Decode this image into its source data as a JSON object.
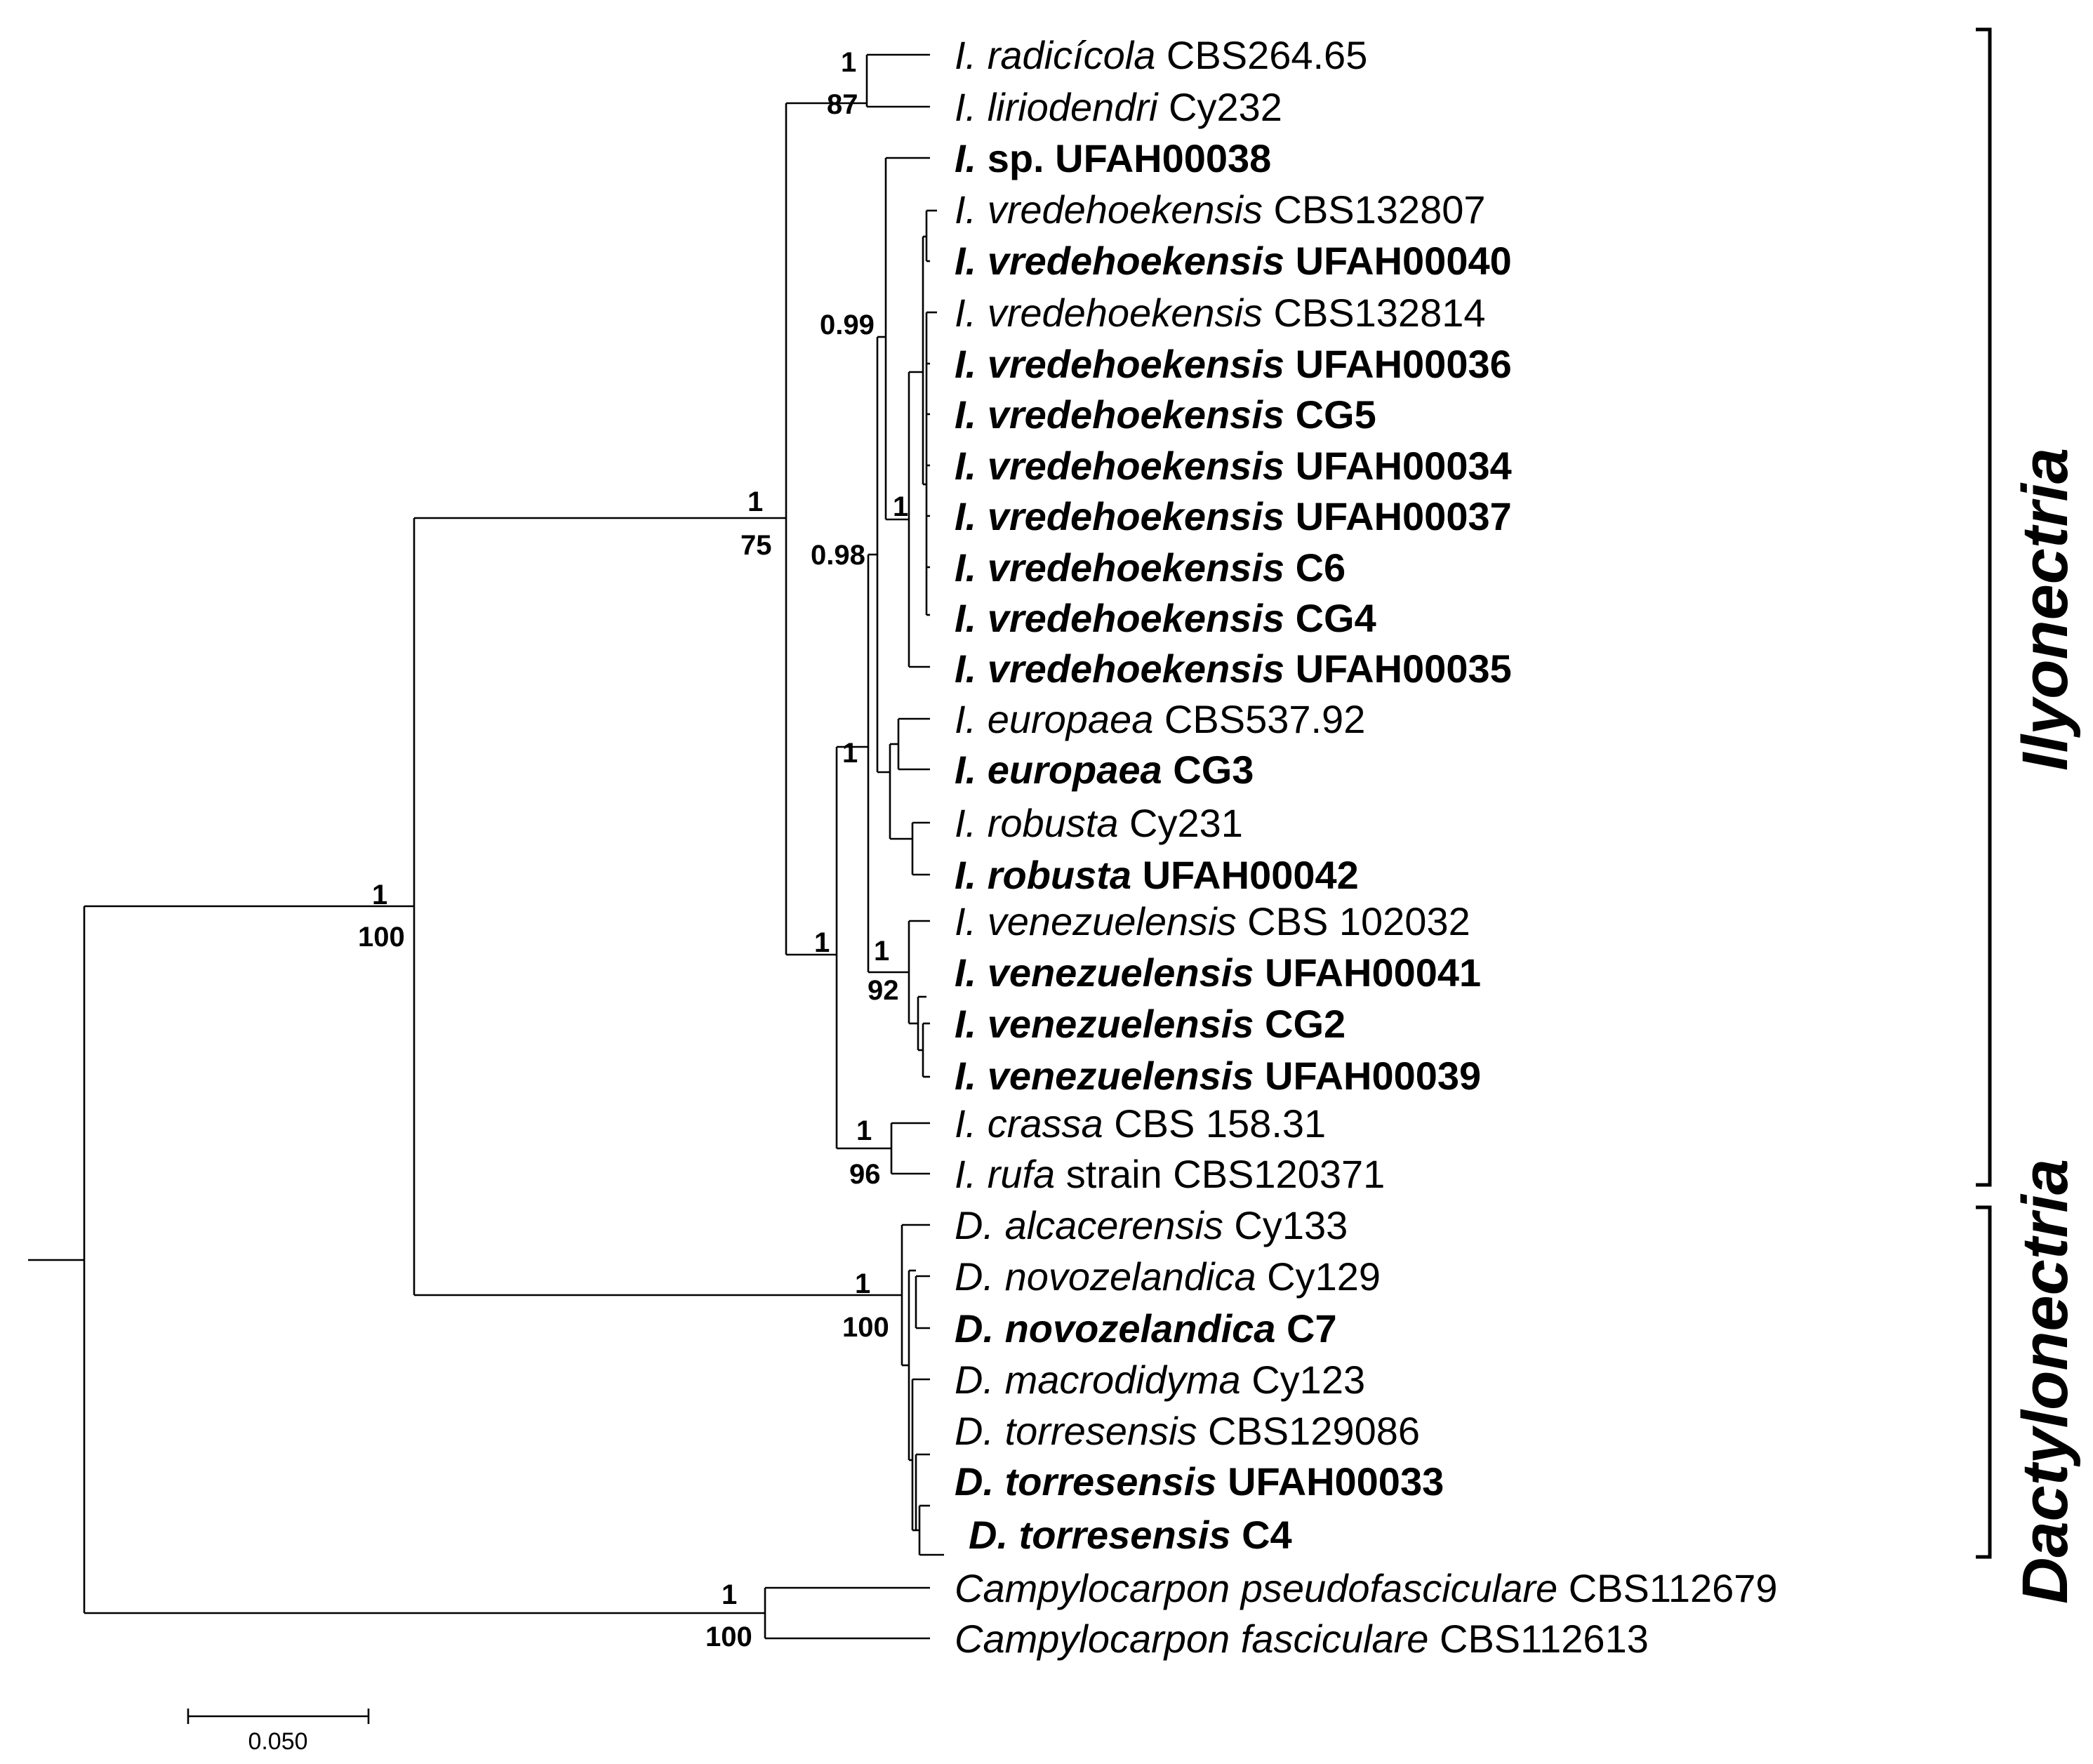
{
  "taxa": [
    {
      "id": "t1",
      "genus": "I.",
      "epithet": "radicícola",
      "strain": "CBS264.65",
      "bold": false
    },
    {
      "id": "t2",
      "genus": "I.",
      "epithet": "liriodendri",
      "strain": "Cy232",
      "bold": false
    },
    {
      "id": "t3",
      "genus": "I.",
      "epithet": "",
      "strain": "sp. UFAH00038",
      "bold": true
    },
    {
      "id": "t4",
      "genus": "I.",
      "epithet": "vredehoekensis",
      "strain": "CBS132807",
      "bold": false
    },
    {
      "id": "t5",
      "genus": "I.",
      "epithet": "vredehoekensis",
      "strain": "UFAH00040",
      "bold": true
    },
    {
      "id": "t6",
      "genus": "I.",
      "epithet": "vredehoekensis",
      "strain": "CBS132814",
      "bold": false
    },
    {
      "id": "t7",
      "genus": "I.",
      "epithet": "vredehoekensis",
      "strain": "UFAH00036",
      "bold": true
    },
    {
      "id": "t8",
      "genus": "I.",
      "epithet": "vredehoekensis",
      "strain": "CG5",
      "bold": true
    },
    {
      "id": "t9",
      "genus": "I.",
      "epithet": "vredehoekensis",
      "strain": "UFAH00034",
      "bold": true
    },
    {
      "id": "t10",
      "genus": "I.",
      "epithet": "vredehoekensis",
      "strain": "UFAH00037",
      "bold": true
    },
    {
      "id": "t11",
      "genus": "I.",
      "epithet": "vredehoekensis",
      "strain": "C6",
      "bold": true
    },
    {
      "id": "t12",
      "genus": "I.",
      "epithet": "vredehoekensis",
      "strain": "CG4",
      "bold": true
    },
    {
      "id": "t13",
      "genus": "I.",
      "epithet": "vredehoekensis",
      "strain": "UFAH00035",
      "bold": true
    },
    {
      "id": "t14",
      "genus": "I.",
      "epithet": "europaea",
      "strain": "CBS537.92",
      "bold": false
    },
    {
      "id": "t15",
      "genus": "I.",
      "epithet": "europaea",
      "strain": "CG3",
      "bold": true
    },
    {
      "id": "t16",
      "genus": "I.",
      "epithet": "robusta",
      "strain": "Cy231",
      "bold": false
    },
    {
      "id": "t17",
      "genus": "I.",
      "epithet": "robusta",
      "strain": "UFAH00042",
      "bold": true
    },
    {
      "id": "t18",
      "genus": "I.",
      "epithet": "venezuelensis",
      "strain": "CBS 102032",
      "bold": false
    },
    {
      "id": "t19",
      "genus": "I.",
      "epithet": "venezuelensis",
      "strain": "UFAH00041",
      "bold": true
    },
    {
      "id": "t20",
      "genus": "I.",
      "epithet": "venezuelensis",
      "strain": "CG2",
      "bold": true
    },
    {
      "id": "t21",
      "genus": "I.",
      "epithet": "venezuelensis",
      "strain": "UFAH00039",
      "bold": true
    },
    {
      "id": "t22",
      "genus": "I.",
      "epithet": "crassa",
      "strain": "CBS 158.31",
      "bold": false
    },
    {
      "id": "t23",
      "genus": "I.",
      "epithet": "rufa",
      "strain": "strain CBS120371",
      "bold": false
    },
    {
      "id": "t24",
      "genus": "D.",
      "epithet": "alcacerensis",
      "strain": "Cy133",
      "bold": false
    },
    {
      "id": "t25",
      "genus": "D.",
      "epithet": "novozelandica",
      "strain": "Cy129",
      "bold": false
    },
    {
      "id": "t26",
      "genus": "D.",
      "epithet": "novozelandica",
      "strain": "C7",
      "bold": true
    },
    {
      "id": "t27",
      "genus": "D.",
      "epithet": "macrodidyma",
      "strain": "Cy123",
      "bold": false
    },
    {
      "id": "t28",
      "genus": "D.",
      "epithet": "torresensis",
      "strain": "CBS129086",
      "bold": false
    },
    {
      "id": "t29",
      "genus": "D.",
      "epithet": "torresensis",
      "strain": "UFAH00033",
      "bold": true
    },
    {
      "id": "t30",
      "genus": "D.",
      "epithet": "torresensis",
      "strain": "C4",
      "bold": true
    },
    {
      "id": "t31",
      "genus": "Campylocarpon",
      "epithet": "pseudofasciculare",
      "strain": "CBS112679",
      "bold": false
    },
    {
      "id": "t32",
      "genus": "Campylocarpon",
      "epithet": "fasciculare",
      "strain": "CBS112613",
      "bold": false
    }
  ],
  "support_values": [
    {
      "node": "radicicola-liriodendri",
      "pp": "1",
      "bs": "87"
    },
    {
      "node": "vredehoekensis-inner",
      "pp": "0.99",
      "bs": ""
    },
    {
      "node": "vredehoekensis-clade",
      "pp": "1",
      "bs": ""
    },
    {
      "node": "vredehoekensis-robusta",
      "pp": "0.98",
      "bs": ""
    },
    {
      "node": "europaea-robusta",
      "pp": "1",
      "bs": ""
    },
    {
      "node": "venezuelensis-group",
      "pp": "1",
      "bs": ""
    },
    {
      "node": "venezuelensis-clade",
      "pp": "1",
      "bs": "92"
    },
    {
      "node": "crassa-rufa",
      "pp": "1",
      "bs": "96"
    },
    {
      "node": "ilyonectria",
      "pp": "1",
      "bs": "75"
    },
    {
      "node": "ilyonectria-dactylonectria",
      "pp": "1",
      "bs": "100"
    },
    {
      "node": "dactylonectria",
      "pp": "1",
      "bs": "100"
    },
    {
      "node": "campylocarpon",
      "pp": "1",
      "bs": "100"
    }
  ],
  "clades": [
    {
      "id": "ilyonectria",
      "label": "Ilyonectria",
      "from_taxon": "t1",
      "to_taxon": "t23"
    },
    {
      "id": "dactylonectria",
      "label": "Dactylonectria",
      "from_taxon": "t24",
      "to_taxon": "t30"
    }
  ],
  "scale_bar": {
    "label": "0.050",
    "value": 0.05
  }
}
